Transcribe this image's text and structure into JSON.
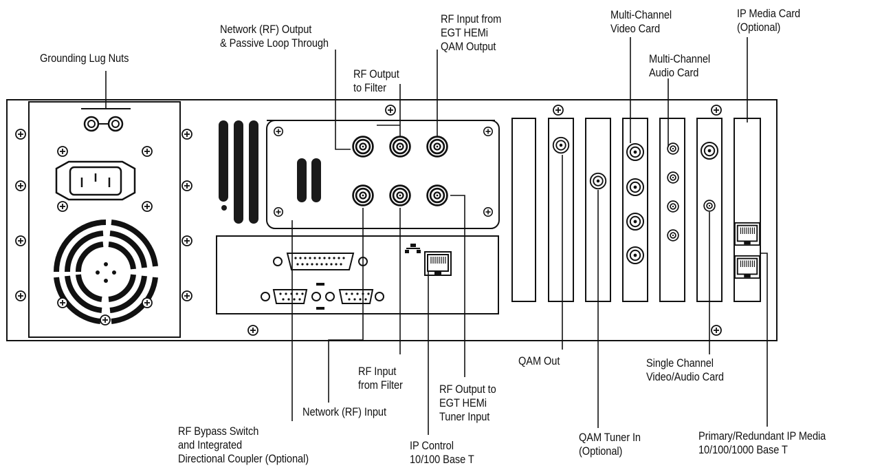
{
  "labels": {
    "grounding_lug_nuts": "Grounding Lug Nuts",
    "network_rf_output": "Network (RF) Output\n& Passive Loop Through",
    "rf_output_to_filter": "RF Output\nto Filter",
    "rf_input_from_egt": "RF Input from\nEGT HEMi\nQAM Output",
    "multi_channel_video_card": "Multi-Channel\nVideo Card",
    "multi_channel_audio_card": "Multi-Channel\nAudio Card",
    "ip_media_card": "IP Media Card\n(Optional)",
    "rf_input_from_filter": "RF Input\nfrom Filter",
    "rf_output_to_egt": "RF Output to\nEGT HEMi\nTuner Input",
    "network_rf_input": "Network (RF) Input",
    "rf_bypass_switch": "RF Bypass Switch\nand Integrated\nDirectional Coupler (Optional)",
    "ip_control": "IP Control\n10/100 Base T",
    "qam_out": "QAM Out",
    "qam_tuner_in": "QAM Tuner In\n(Optional)",
    "single_channel_card": "Single Channel\nVideo/Audio Card",
    "primary_redundant_ip_media": "Primary/Redundant IP Media\n10/100/1000 Base T"
  },
  "colors": {
    "ink": "#111111",
    "panel": "#ffffff",
    "stripe": "#1a1a1a"
  },
  "icons": {
    "screw": "plus-in-circle-icon",
    "rf_connector": "bnc-connector-icon",
    "ethernet": "rj45-port-icon",
    "power_inlet": "iec-power-inlet-icon",
    "fan": "fan-grille-icon"
  }
}
